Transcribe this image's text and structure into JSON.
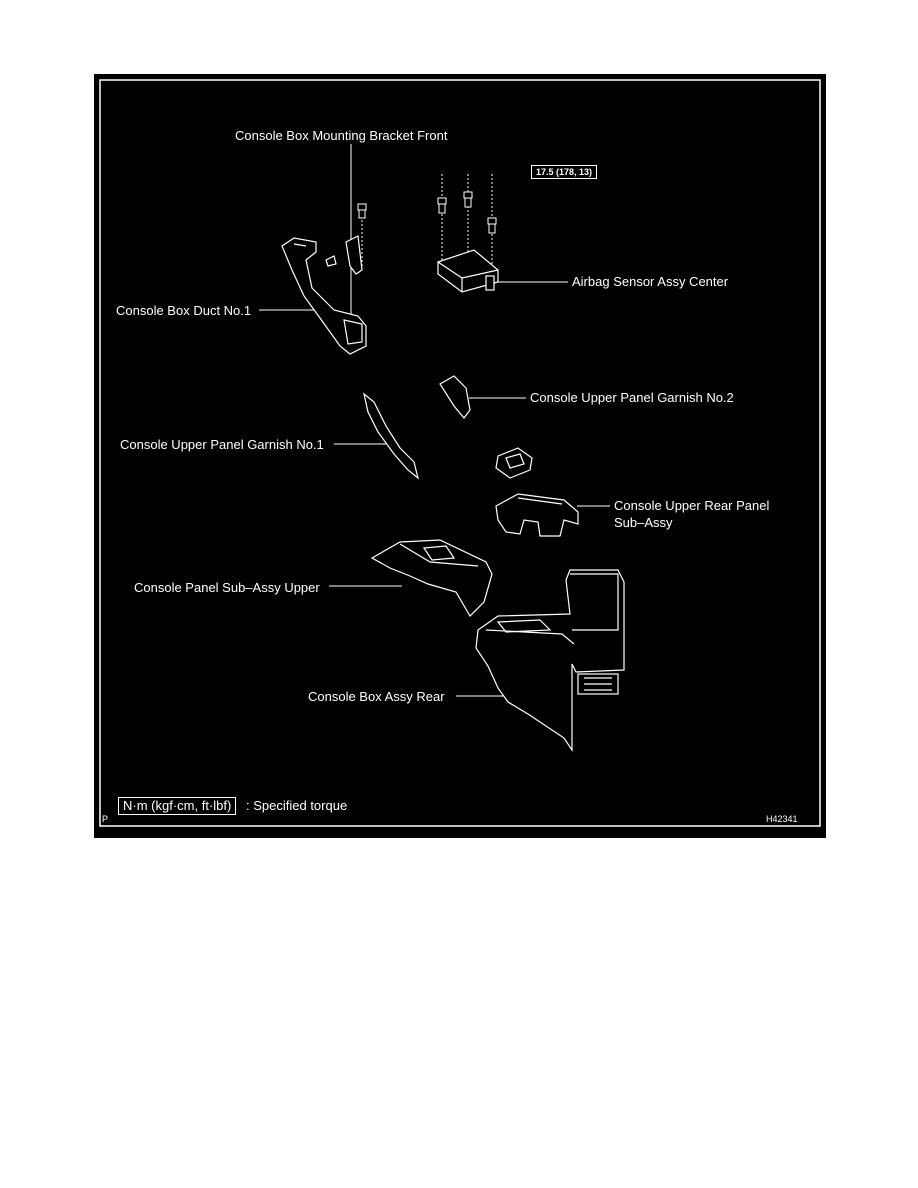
{
  "labels": {
    "bracket_front": "Console Box Mounting Bracket Front",
    "airbag_sensor": "Airbag Sensor Assy Center",
    "duct_no1": "Console Box Duct No.1",
    "garnish_no2": "Console Upper Panel Garnish No.2",
    "garnish_no1": "Console Upper Panel Garnish No.1",
    "rear_panel": "Console Upper Rear Panel",
    "rear_panel_2": "Sub–Assy",
    "panel_upper": "Console Panel Sub–Assy Upper",
    "box_rear": "Console Box Assy Rear"
  },
  "torque": "17.5 (178, 13)",
  "legend": {
    "box": "N·m (kgf·cm, ft·lbf)",
    "text": ": Specified torque"
  },
  "corner_letter": "P",
  "figure_code": "H42341",
  "colors": {
    "background": "#000000",
    "line": "#ffffff"
  }
}
